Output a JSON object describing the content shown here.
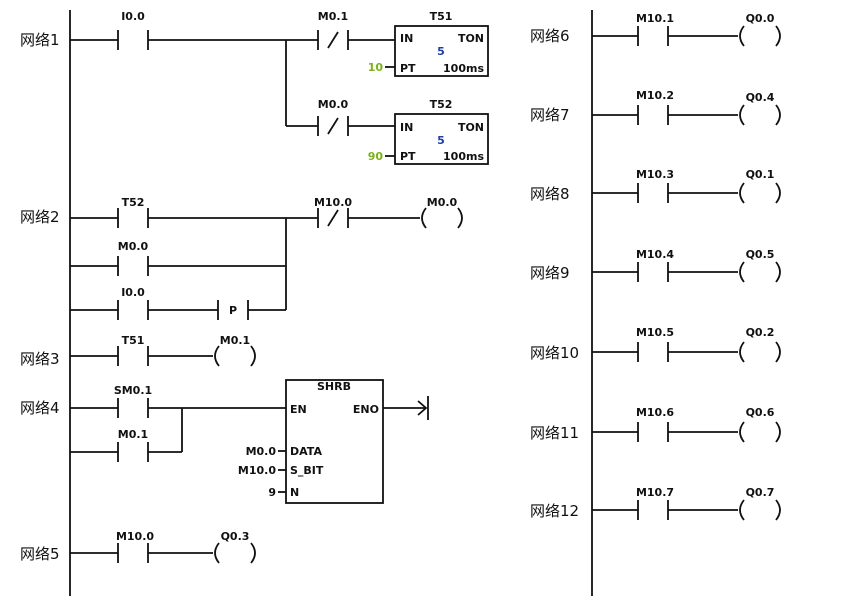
{
  "networks": {
    "n1": "网络1",
    "n2": "网络2",
    "n3": "网络3",
    "n4": "网络4",
    "n5": "网络5",
    "n6": "网络6",
    "n7": "网络7",
    "n8": "网络8",
    "n9": "网络9",
    "n10": "网络10",
    "n11": "网络11",
    "n12": "网络12"
  },
  "contacts": {
    "n1_i00": "I0.0",
    "n1_m01": "M0.1",
    "n1_m00": "M0.0",
    "n2_t52": "T52",
    "n2_m00": "M0.0",
    "n2_i00": "I0.0",
    "n2_m100": "M10.0",
    "n3_t51": "T51",
    "n4_sm01": "SM0.1",
    "n4_m01": "M0.1",
    "n5_m100": "M10.0",
    "n6": "M10.1",
    "n7": "M10.2",
    "n8": "M10.3",
    "n9": "M10.4",
    "n10": "M10.5",
    "n11": "M10.6",
    "n12": "M10.7"
  },
  "contact_marks": {
    "not": "/",
    "pos_edge": "P"
  },
  "coils": {
    "n2": "M0.0",
    "n3": "M0.1",
    "n5": "Q0.3",
    "n6": "Q0.0",
    "n7": "Q0.4",
    "n8": "Q0.1",
    "n9": "Q0.5",
    "n10": "Q0.2",
    "n11": "Q0.6",
    "n12": "Q0.7"
  },
  "timers": [
    {
      "name": "T51",
      "in": "IN",
      "type": "TON",
      "pt_label": "PT",
      "pt": "10",
      "base": "100ms",
      "current": "5"
    },
    {
      "name": "T52",
      "in": "IN",
      "type": "TON",
      "pt_label": "PT",
      "pt": "90",
      "base": "100ms",
      "current": "5"
    }
  ],
  "shrb": {
    "title": "SHRB",
    "en": "EN",
    "eno": "ENO",
    "data_label": "DATA",
    "data_val": "M0.0",
    "sbit_label": "S_BIT",
    "sbit_val": "M10.0",
    "n_label": "N",
    "n_val": "9"
  }
}
